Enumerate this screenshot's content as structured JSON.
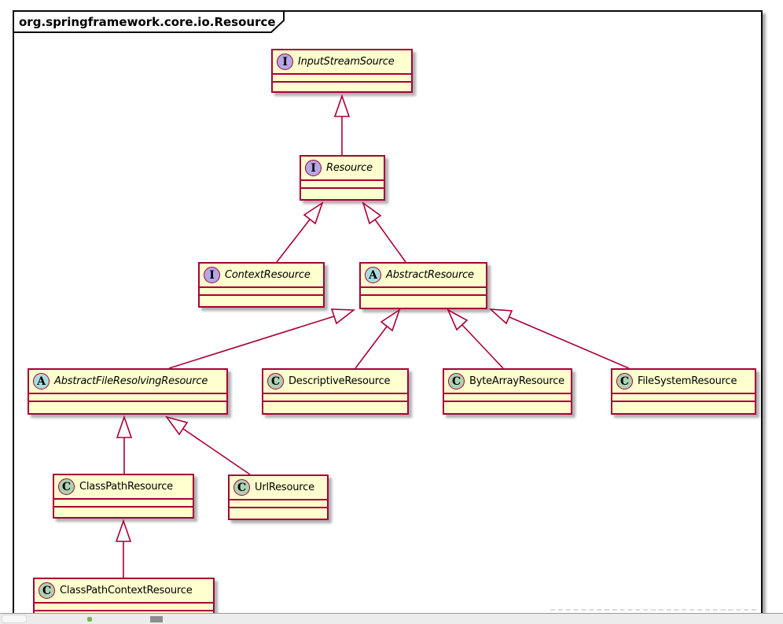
{
  "frame": {
    "title": "org.springframework.core.io.Resource"
  },
  "colors": {
    "line": "#A80036",
    "box_fill": "#FEFECE",
    "interface_icon": "#B4A7E5",
    "abstract_icon": "#A9DCDF",
    "class_icon": "#ADD1B2",
    "frame_border": "#0a0a0a",
    "taskbar_bg": "#ececec"
  },
  "classes": [
    {
      "name": "InputStreamSource",
      "letter": "I",
      "kind": "interface"
    },
    {
      "name": "Resource",
      "letter": "I",
      "kind": "interface"
    },
    {
      "name": "ContextResource",
      "letter": "I",
      "kind": "interface"
    },
    {
      "name": "AbstractResource",
      "letter": "A",
      "kind": "abstract"
    },
    {
      "name": "AbstractFileResolvingResource",
      "letter": "A",
      "kind": "abstract"
    },
    {
      "name": "DescriptiveResource",
      "letter": "C",
      "kind": "class"
    },
    {
      "name": "ByteArrayResource",
      "letter": "C",
      "kind": "class"
    },
    {
      "name": "FileSystemResource",
      "letter": "C",
      "kind": "class"
    },
    {
      "name": "ClassPathResource",
      "letter": "C",
      "kind": "class"
    },
    {
      "name": "UrlResource",
      "letter": "C",
      "kind": "class"
    },
    {
      "name": "ClassPathContextResource",
      "letter": "C",
      "kind": "class"
    }
  ],
  "relationships": [
    {
      "from": "Resource",
      "to": "InputStreamSource",
      "type": "inheritance"
    },
    {
      "from": "ContextResource",
      "to": "Resource",
      "type": "inheritance"
    },
    {
      "from": "AbstractResource",
      "to": "Resource",
      "type": "inheritance"
    },
    {
      "from": "AbstractFileResolvingResource",
      "to": "AbstractResource",
      "type": "inheritance"
    },
    {
      "from": "DescriptiveResource",
      "to": "AbstractResource",
      "type": "inheritance"
    },
    {
      "from": "ByteArrayResource",
      "to": "AbstractResource",
      "type": "inheritance"
    },
    {
      "from": "FileSystemResource",
      "to": "AbstractResource",
      "type": "inheritance"
    },
    {
      "from": "ClassPathResource",
      "to": "AbstractFileResolvingResource",
      "type": "inheritance"
    },
    {
      "from": "UrlResource",
      "to": "AbstractFileResolvingResource",
      "type": "inheritance"
    },
    {
      "from": "ClassPathContextResource",
      "to": "ClassPathResource",
      "type": "inheritance"
    }
  ]
}
